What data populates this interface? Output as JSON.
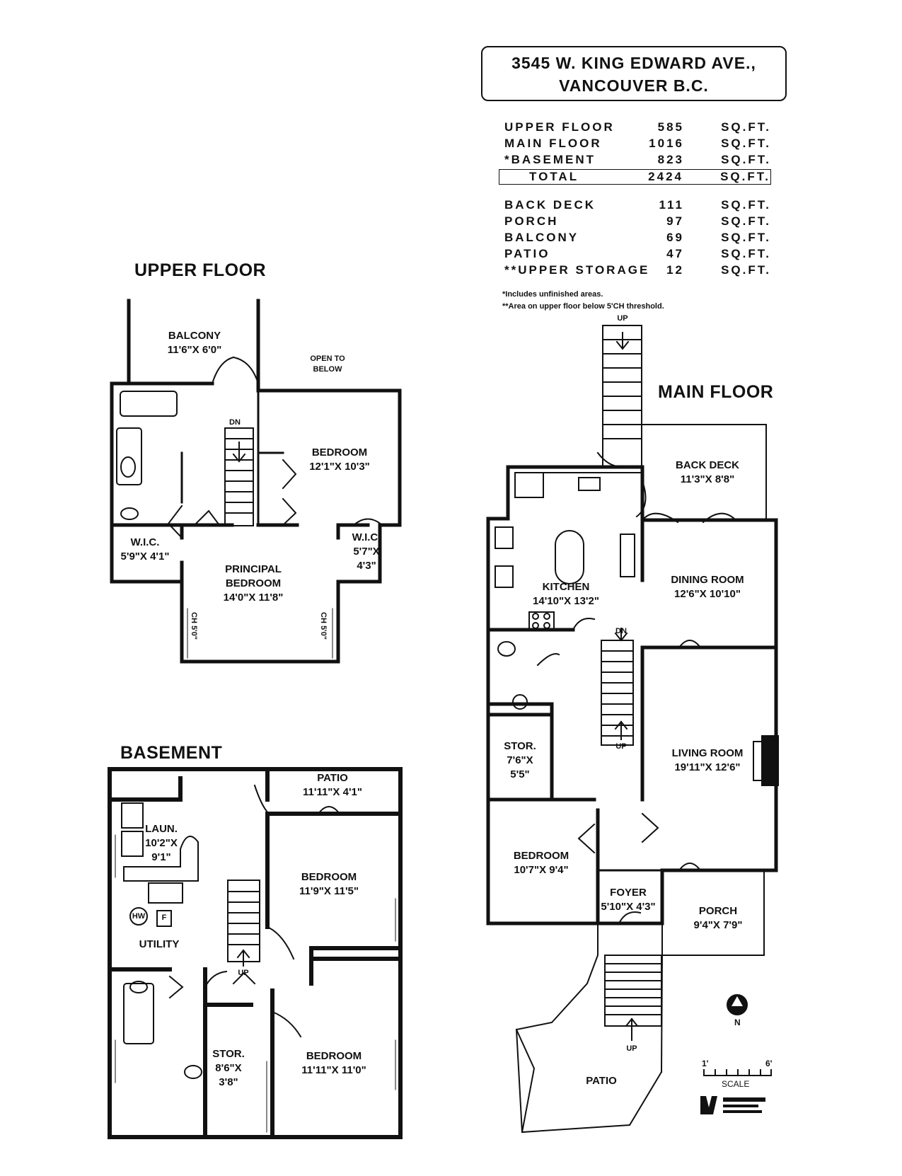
{
  "title": {
    "line1": "3545 W. KING EDWARD AVE.,",
    "line2": "VANCOUVER B.C."
  },
  "areas": [
    {
      "label": "UPPER FLOOR",
      "value": "585",
      "unit": "SQ.FT."
    },
    {
      "label": "MAIN FLOOR",
      "value": "1016",
      "unit": "SQ.FT."
    },
    {
      "label": "*BASEMENT",
      "value": "823",
      "unit": "SQ.FT."
    }
  ],
  "total": {
    "label": "TOTAL",
    "value": "2424",
    "unit": "SQ.FT."
  },
  "extras": [
    {
      "label": "BACK DECK",
      "value": "111",
      "unit": "SQ.FT."
    },
    {
      "label": "PORCH",
      "value": "97",
      "unit": "SQ.FT."
    },
    {
      "label": "BALCONY",
      "value": "69",
      "unit": "SQ.FT."
    },
    {
      "label": "PATIO",
      "value": "47",
      "unit": "SQ.FT."
    },
    {
      "label": "**UPPER STORAGE",
      "value": "12",
      "unit": "SQ.FT."
    }
  ],
  "notes": {
    "n1": "*Includes unfinished areas.",
    "n2": "**Area on upper floor below 5'CH threshold."
  },
  "floors": {
    "upper": "UPPER FLOOR",
    "main": "MAIN FLOOR",
    "basement": "BASEMENT"
  },
  "upper": {
    "balcony": {
      "name": "BALCONY",
      "dims": "11'6\"X 6'0\""
    },
    "open_below": {
      "l1": "OPEN TO",
      "l2": "BELOW"
    },
    "bedroom": {
      "name": "BEDROOM",
      "dims": "12'1\"X 10'3\""
    },
    "wic1": {
      "name": "W.I.C.",
      "dims": "5'9\"X 4'1\""
    },
    "wic2": {
      "name": "W.I.C.",
      "l2": "5'7\"X",
      "l3": "4'3\""
    },
    "principal": {
      "l1": "PRINCIPAL",
      "l2": "BEDROOM",
      "dims": "14'0\"X 11'8\""
    },
    "dn": "DN",
    "ch1": "CH 5'0\"",
    "ch2": "CH 5'0\""
  },
  "main": {
    "back_deck": {
      "name": "BACK DECK",
      "dims": "11'3\"X 8'8\""
    },
    "kitchen": {
      "name": "KITCHEN",
      "dims": "14'10\"X 13'2\""
    },
    "dining": {
      "name": "DINING ROOM",
      "dims": "12'6\"X 10'10\""
    },
    "living": {
      "name": "LIVING ROOM",
      "dims": "19'11\"X 12'6\""
    },
    "stor": {
      "name": "STOR.",
      "l2": "7'6\"X",
      "l3": "5'5\""
    },
    "bedroom": {
      "name": "BEDROOM",
      "dims": "10'7\"X 9'4\""
    },
    "foyer": {
      "name": "FOYER",
      "dims": "5'10\"X 4'3\""
    },
    "porch": {
      "name": "PORCH",
      "dims": "9'4\"X 7'9\""
    },
    "patio": "PATIO",
    "up_top": "UP",
    "dn": "DN",
    "up_stair": "UP",
    "up_front": "UP"
  },
  "basement": {
    "patio": {
      "name": "PATIO",
      "dims": "11'11\"X 4'1\""
    },
    "laun": {
      "name": "LAUN.",
      "l2": "10'2\"X",
      "l3": "9'1\""
    },
    "bedroom1": {
      "name": "BEDROOM",
      "dims": "11'9\"X 11'5\""
    },
    "utility": "UTILITY",
    "hw": "HW",
    "f": "F",
    "up": "UP",
    "stor": {
      "name": "STOR.",
      "l2": "8'6\"X",
      "l3": "3'8\""
    },
    "bedroom2": {
      "name": "BEDROOM",
      "dims": "11'11\"X 11'0\""
    }
  },
  "legend": {
    "north": "N",
    "scale_start": "1'",
    "scale_end": "6'",
    "scale": "SCALE"
  }
}
